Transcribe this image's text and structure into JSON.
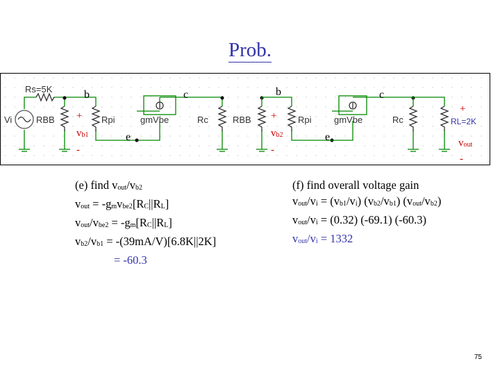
{
  "title": "Prob.",
  "circuit": {
    "left": {
      "source_label": "Vi",
      "rs_label": "Rs=5K",
      "rb_label": "RBB",
      "rpi_label": "Rpi",
      "dep_label": "gmVbe",
      "rc_label": "Rc",
      "node_b": "b",
      "node_c": "c",
      "node_e": "e",
      "plus": "+",
      "minus": "-",
      "vb_main": "v",
      "vb_sub": "b1"
    },
    "right": {
      "rb_label": "RBB",
      "rpi_label": "Rpi",
      "dep_label": "gmVbe",
      "rc_label": "Rc",
      "rl_label": "RL=2K",
      "node_b": "b",
      "node_c": "c",
      "node_e": "e",
      "plus": "+",
      "minus": "-",
      "vb_main": "v",
      "vb_sub": "b2",
      "out_plus": "+",
      "out_minus": "-",
      "vout_main": "v",
      "vout_sub": "out"
    }
  },
  "part_e": {
    "l1a": "(e) find v",
    "l1s1": "out",
    "l1b": "/v",
    "l1s2": "b2",
    "l2a": "v",
    "l2s1": "out",
    "l2b": " = -g",
    "l2s2": "m",
    "l2c": "v",
    "l2s3": "be2",
    "l2d": "[R",
    "l2s4": "C",
    "l2e": "||R",
    "l2s5": "L",
    "l2f": "]",
    "l3a": "v",
    "l3s1": "out",
    "l3b": "/v",
    "l3s2": "be2",
    "l3c": " = -g",
    "l3s3": "m",
    "l3d": "[R",
    "l3s4": "C",
    "l3e": "||R",
    "l3s5": "L",
    "l3f": "]",
    "l4a": "v",
    "l4s1": "b2",
    "l4b": "/v",
    "l4s2": "b1",
    "l4c": " = -(39mA/V)[6.8K||2K]",
    "l5": "= -60.3"
  },
  "part_f": {
    "l1": "(f) find overall voltage gain",
    "l2a": "v",
    "l2s1": "out",
    "l2b": "/v",
    "l2s2": "i",
    "l2c": " = (v",
    "l2s3": "b1",
    "l2d": "/v",
    "l2s4": "i",
    "l2e": ") (v",
    "l2s5": "b2",
    "l2f": "/v",
    "l2s6": "b1",
    "l2g": ") (v",
    "l2s7": "out",
    "l2h": "/v",
    "l2s8": "b2",
    "l2i": ")",
    "l3a": "v",
    "l3s1": "out",
    "l3b": "/v",
    "l3s2": "i",
    "l3c": " = (0.32) (-69.1) (-60.3)",
    "l4a": "v",
    "l4s1": "out",
    "l4b": "/v",
    "l4s2": "i",
    "l4c": " = 1332"
  },
  "page_number": "75",
  "colors": {
    "title": "#3333aa",
    "red": "#cc0000",
    "wire": "#008800",
    "resistor": "#333333"
  }
}
